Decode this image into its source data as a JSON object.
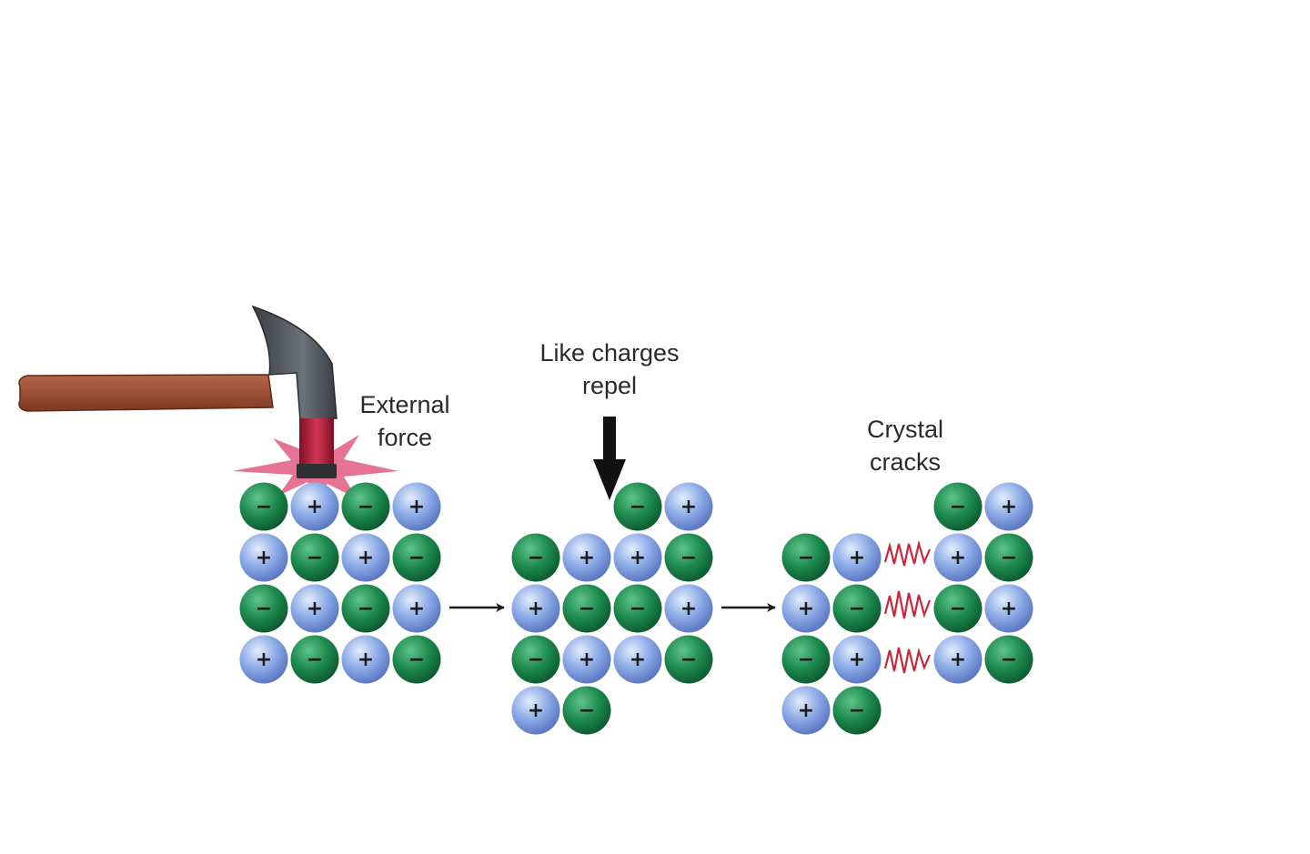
{
  "labels": {
    "external_force": [
      "External",
      "force"
    ],
    "like_charges": [
      "Like charges",
      "repel"
    ],
    "crystal_cracks": [
      "Crystal",
      "cracks"
    ]
  },
  "ion_signs": {
    "anion": "−",
    "cation": "+"
  },
  "colors": {
    "anion": "#1d8a4e",
    "cation": "#8aa9e6",
    "hammer_handle": "#9a4e34",
    "hammer_head": "#4b5055",
    "hammer_neck": "#b21e3a",
    "impact_burst": "#e05a80",
    "crack": "#c8283c",
    "arrow": "#1a1a1a"
  },
  "stages": [
    {
      "name": "intact-crystal",
      "rows": [
        [
          "-",
          "+",
          "-",
          "+"
        ],
        [
          "+",
          "-",
          "+",
          "-"
        ],
        [
          "-",
          "+",
          "-",
          "+"
        ],
        [
          "+",
          "-",
          "+",
          "-"
        ]
      ]
    },
    {
      "name": "shifted-crystal",
      "rows": [
        [
          "",
          "",
          "-",
          "+"
        ],
        [
          "-",
          "+",
          "+",
          "-"
        ],
        [
          "+",
          "-",
          "-",
          "+"
        ],
        [
          "-",
          "+",
          "+",
          "-"
        ],
        [
          "+",
          "-",
          "",
          ""
        ]
      ]
    },
    {
      "name": "cracked-crystal",
      "left_rows": [
        [
          "",
          ""
        ],
        [
          "-",
          "+"
        ],
        [
          "+",
          "-"
        ],
        [
          "-",
          "+"
        ],
        [
          "+",
          "-"
        ]
      ],
      "right_rows": [
        [
          "-",
          "+"
        ],
        [
          "+",
          "-"
        ],
        [
          "-",
          "+"
        ],
        [
          "+",
          "-"
        ]
      ]
    }
  ]
}
